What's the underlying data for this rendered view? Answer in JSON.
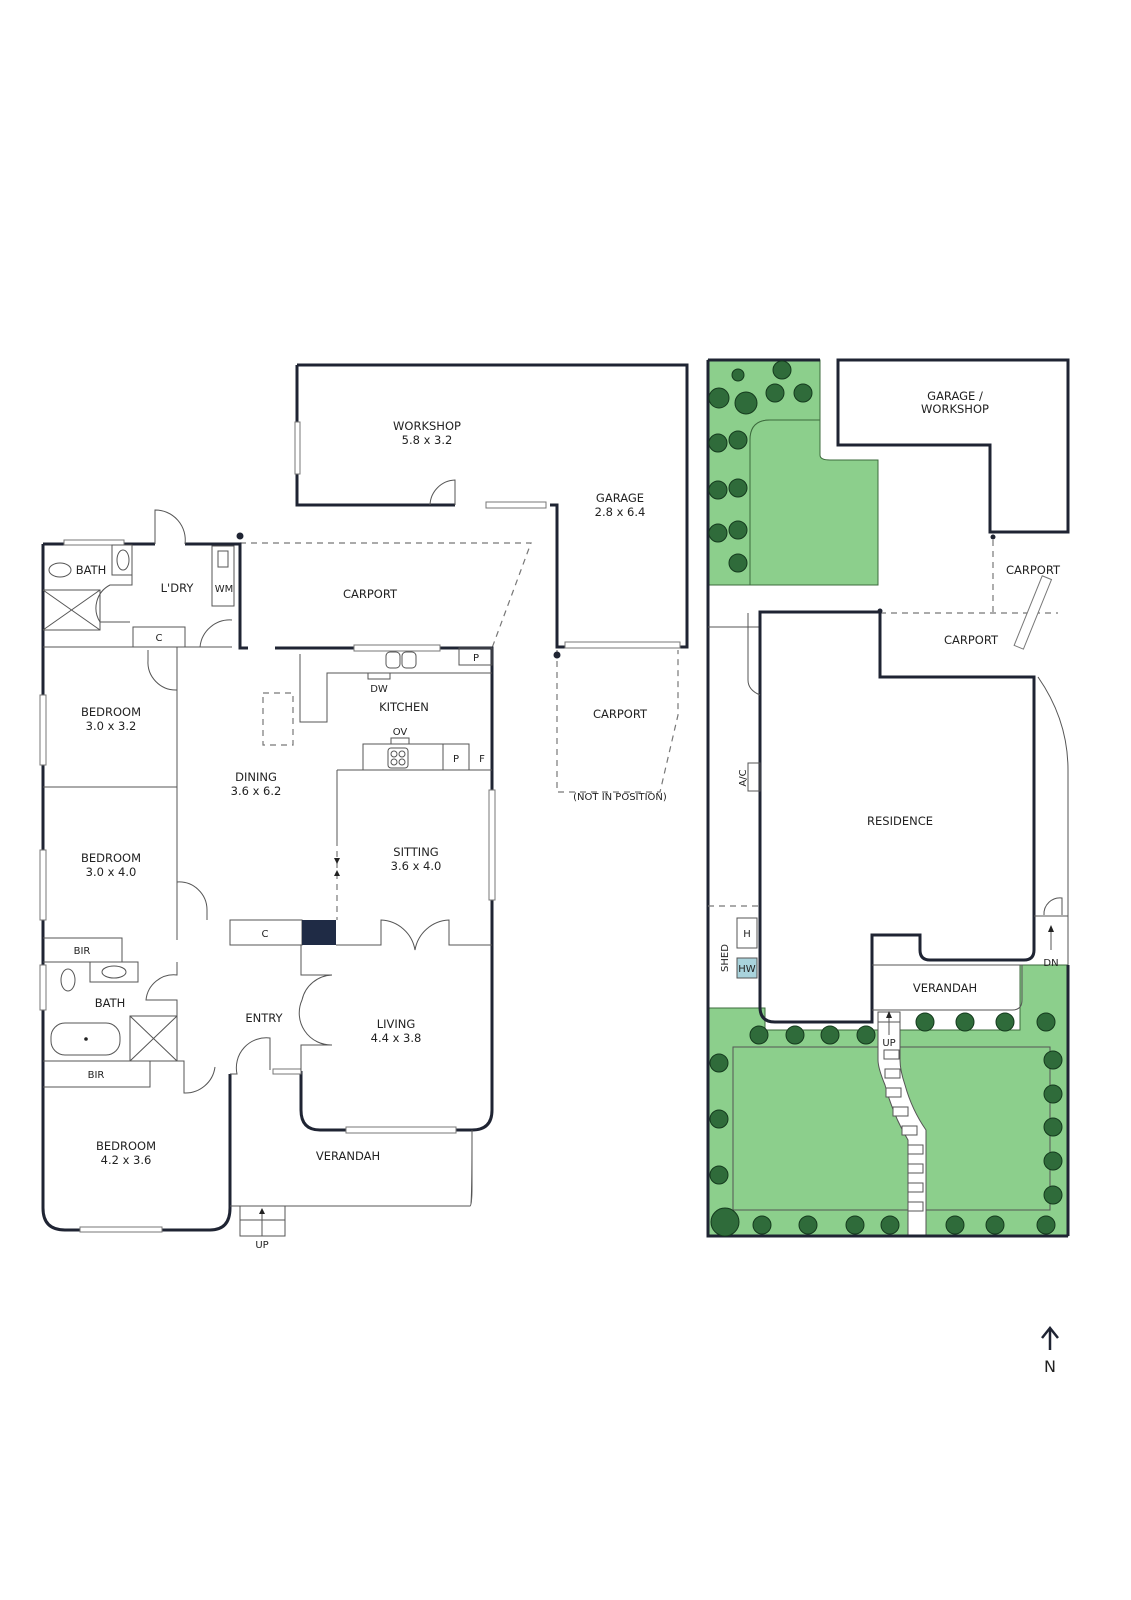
{
  "floor_plan": {
    "rooms": [
      {
        "id": "workshop",
        "name": "WORKSHOP",
        "size": "5.8 x 3.2"
      },
      {
        "id": "garage",
        "name": "GARAGE",
        "size": "2.8 x 6.4"
      },
      {
        "id": "carport_main",
        "name": "CARPORT"
      },
      {
        "id": "carport_np",
        "name": "CARPORT",
        "note": "(NOT IN POSITION)"
      },
      {
        "id": "bath_top",
        "name": "BATH"
      },
      {
        "id": "laundry",
        "name": "L'DRY"
      },
      {
        "id": "wm",
        "name": "WM"
      },
      {
        "id": "c_laundry",
        "name": "C"
      },
      {
        "id": "kitchen",
        "name": "KITCHEN"
      },
      {
        "id": "dw",
        "name": "DW"
      },
      {
        "id": "ov",
        "name": "OV"
      },
      {
        "id": "p1",
        "name": "P"
      },
      {
        "id": "p2",
        "name": "P"
      },
      {
        "id": "f",
        "name": "F"
      },
      {
        "id": "bedroom1",
        "name": "BEDROOM",
        "size": "3.0 x 3.2"
      },
      {
        "id": "dining",
        "name": "DINING",
        "size": "3.6 x 6.2"
      },
      {
        "id": "bedroom2",
        "name": "BEDROOM",
        "size": "3.0 x 4.0"
      },
      {
        "id": "sitting",
        "name": "SITTING",
        "size": "3.6 x 4.0"
      },
      {
        "id": "c_entry",
        "name": "C"
      },
      {
        "id": "bir1",
        "name": "BIR"
      },
      {
        "id": "bath2",
        "name": "BATH"
      },
      {
        "id": "bir2",
        "name": "BIR"
      },
      {
        "id": "entry",
        "name": "ENTRY"
      },
      {
        "id": "living",
        "name": "LIVING",
        "size": "4.4 x 3.8"
      },
      {
        "id": "bedroom3",
        "name": "BEDROOM",
        "size": "4.2 x 3.6"
      },
      {
        "id": "verandah",
        "name": "VERANDAH"
      },
      {
        "id": "up",
        "name": "UP"
      }
    ]
  },
  "site_plan": {
    "labels": {
      "garage_workshop_1": "GARAGE /",
      "garage_workshop_2": "WORKSHOP",
      "carport_a": "CARPORT",
      "carport_b": "CARPORT",
      "residence": "RESIDENCE",
      "ac": "A/C",
      "shed": "SHED",
      "h": "H",
      "hw": "HW",
      "verandah": "VERANDAH",
      "up": "UP",
      "dn": "DN"
    },
    "colors": {
      "lawn": "#8ccf8c",
      "tree": "#2f6b3a",
      "hot_water": "#a9d3dc"
    }
  },
  "compass": {
    "label": "N"
  }
}
